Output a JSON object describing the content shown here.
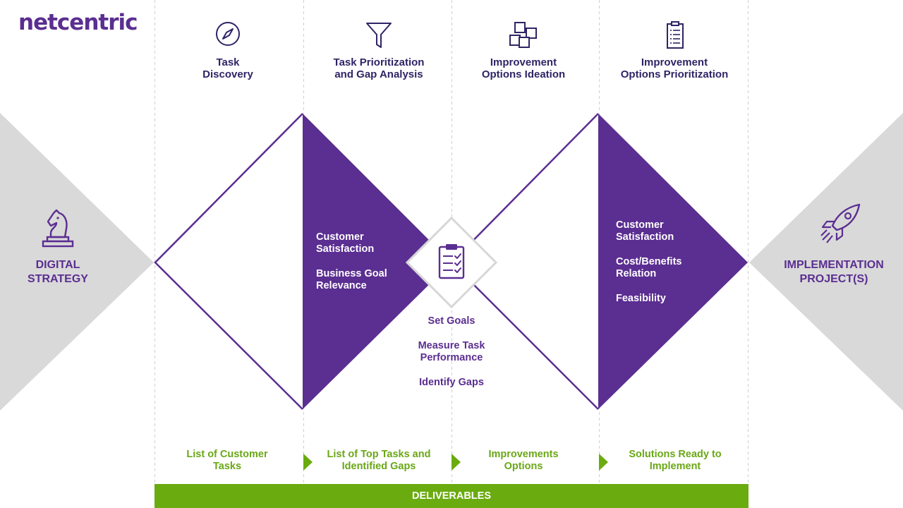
{
  "brand": {
    "logo": "netcentric"
  },
  "colors": {
    "purple": "#5b2e91",
    "dark_purple": "#2e2565",
    "green": "#6aab0f",
    "gray": "#d9d9d9"
  },
  "left": {
    "icon": "chess-knight-icon",
    "label_line1": "DIGITAL",
    "label_line2": "STRATEGY"
  },
  "right": {
    "icon": "rocket-icon",
    "label_line1": "IMPLEMENTATION",
    "label_line2": "PROJECT(S)"
  },
  "phases": [
    {
      "icon": "compass-icon",
      "line1": "Task",
      "line2": "Discovery"
    },
    {
      "icon": "funnel-icon",
      "line1": "Task Prioritization",
      "line2": "and Gap Analysis"
    },
    {
      "icon": "sticky-notes-icon",
      "line1": "Improvement",
      "line2": "Options Ideation"
    },
    {
      "icon": "checklist-icon",
      "line1": "Improvement",
      "line2": "Options Prioritization"
    }
  ],
  "diamond1_criteria": [
    {
      "line1": "Customer",
      "line2": "Satisfaction"
    },
    {
      "line1": "Business Goal",
      "line2": "Relevance"
    }
  ],
  "diamond2_criteria": [
    {
      "line1": "Customer",
      "line2": "Satisfaction"
    },
    {
      "line1": "Cost/Benefits",
      "line2": "Relation"
    },
    {
      "line1": "Feasibility",
      "line2": ""
    }
  ],
  "center": {
    "icon": "clipboard-checklist-icon",
    "items": [
      {
        "line1": "Set Goals",
        "line2": ""
      },
      {
        "line1": "Measure Task",
        "line2": "Performance"
      },
      {
        "line1": "Identify Gaps",
        "line2": ""
      }
    ]
  },
  "deliverables": {
    "items": [
      {
        "line1": "List of Customer",
        "line2": "Tasks"
      },
      {
        "line1": "List of Top Tasks and",
        "line2": "Identified Gaps"
      },
      {
        "line1": "Improvements",
        "line2": "Options"
      },
      {
        "line1": "Solutions Ready to",
        "line2": "Implement"
      }
    ],
    "bar_label": "DELIVERABLES"
  }
}
